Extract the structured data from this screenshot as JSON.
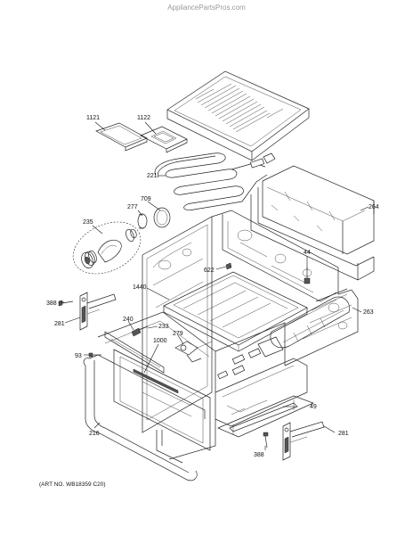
{
  "watermark": "AppliancePartsPros.com",
  "art_number": "(ART NO. WB18359 C20)",
  "callouts": [
    {
      "id": "1121",
      "label": "1121"
    },
    {
      "id": "1122",
      "label": "1122"
    },
    {
      "id": "221",
      "label": "221"
    },
    {
      "id": "709",
      "label": "709"
    },
    {
      "id": "277",
      "label": "277"
    },
    {
      "id": "235",
      "label": "235"
    },
    {
      "id": "264",
      "label": "264"
    },
    {
      "id": "44",
      "label": "44"
    },
    {
      "id": "622",
      "label": "622"
    },
    {
      "id": "1440",
      "label": "1440"
    },
    {
      "id": "388a",
      "label": "388"
    },
    {
      "id": "281a",
      "label": "281"
    },
    {
      "id": "240",
      "label": "240"
    },
    {
      "id": "233",
      "label": "233"
    },
    {
      "id": "279",
      "label": "279"
    },
    {
      "id": "1000",
      "label": "1000"
    },
    {
      "id": "93",
      "label": "93"
    },
    {
      "id": "263",
      "label": "263"
    },
    {
      "id": "49",
      "label": "49"
    },
    {
      "id": "216",
      "label": "216"
    },
    {
      "id": "281b",
      "label": "281"
    },
    {
      "id": "388b",
      "label": "388"
    }
  ]
}
